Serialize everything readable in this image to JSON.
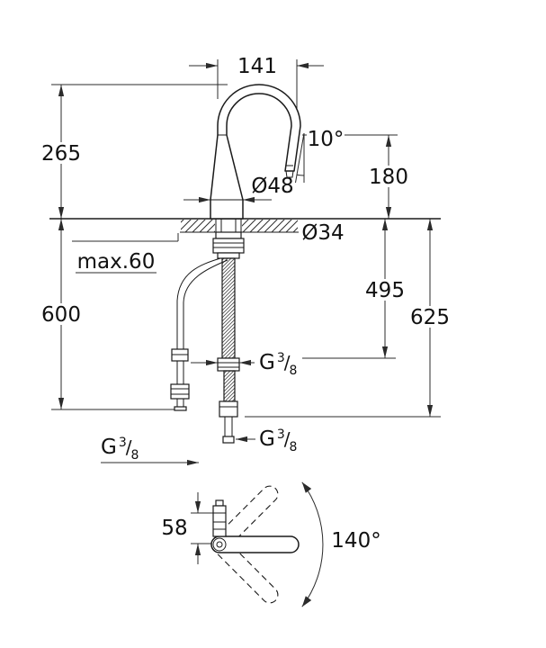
{
  "colors": {
    "background": "#ffffff",
    "ink": "#1a1a1a",
    "dim_ink": "#2b2b2b"
  },
  "dims": {
    "reach": "141",
    "spout_height": "265",
    "spout_angle": "10°",
    "outlet_height": "180",
    "base_diameter": "Ø48",
    "hole_diameter": "Ø34",
    "max_deck": "max.60",
    "supply_495": "495",
    "supply_600": "600",
    "supply_625": "625",
    "lever_58": "58",
    "lever_swivel": "140°"
  },
  "thread": {
    "prefix": "G",
    "numerator": "3",
    "slash": "/",
    "denominator": "8"
  }
}
